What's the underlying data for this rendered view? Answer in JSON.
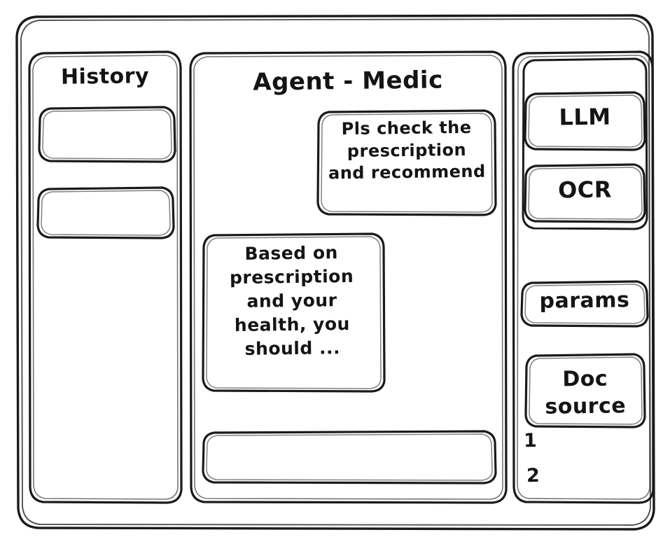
{
  "window": {
    "frame_name": "app-window"
  },
  "sidebar": {
    "title": "History",
    "items": [
      {
        "label": ""
      },
      {
        "label": ""
      }
    ]
  },
  "main": {
    "title": "Agent - Medic",
    "messages": [
      {
        "role": "user",
        "text": "Pls check the\nprescription\nand recommend"
      },
      {
        "role": "assistant",
        "text": "Based on\nprescription\nand your\nhealth, you\nshould ..."
      }
    ],
    "composer": {
      "value": "",
      "placeholder": ""
    }
  },
  "tools_panel": {
    "models": [
      {
        "label": "LLM"
      },
      {
        "label": "OCR"
      }
    ],
    "params": {
      "label": "params"
    },
    "doc_source": {
      "label": "Doc\nsource",
      "items": [
        {
          "label": "1"
        },
        {
          "label": "2"
        }
      ]
    }
  },
  "colors": {
    "stroke": "#1a1a1a",
    "background": "#ffffff",
    "text": "#141414"
  }
}
